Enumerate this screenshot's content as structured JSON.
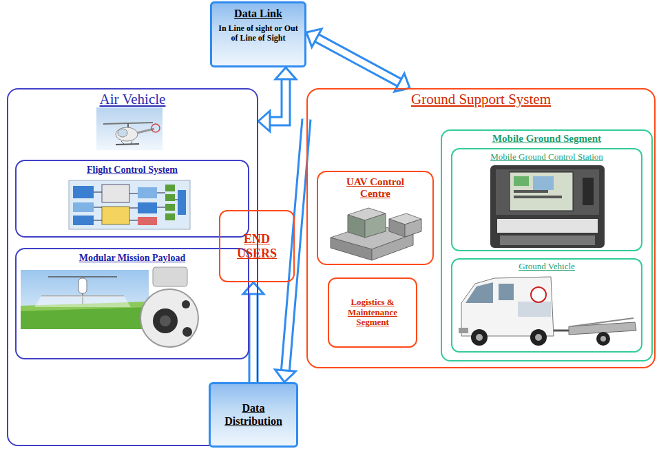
{
  "diagram": {
    "nodes": [
      {
        "text": [
          "Data Link",
          "In Line of sight or Out of Line of Sight"
        ]
      },
      {
        "text": [
          "Air Vehicle"
        ]
      },
      {
        "text": [
          "Flight Control System"
        ],
        "in": 1
      },
      {
        "text": [
          "Modular Mission Payload"
        ],
        "in": 1
      },
      {
        "text": [
          "END USERS"
        ]
      },
      {
        "text": [
          "Ground Support System"
        ]
      },
      {
        "text": [
          "UAV Control Centre"
        ],
        "in": 5
      },
      {
        "text": [
          "Logistics & Maintenance Segment"
        ],
        "in": 5
      },
      {
        "text": [
          "Mobile Ground Segment"
        ],
        "in": 5
      },
      {
        "text": [
          "Mobile Ground Control Station"
        ],
        "in": 8
      },
      {
        "text": [
          "Ground Vehicle"
        ],
        "in": 8
      },
      {
        "text": [
          "Data Distribution"
        ]
      }
    ],
    "edges": [
      {
        "from": 0,
        "to": 1,
        "arrow": "both"
      },
      {
        "from": 0,
        "to": 5,
        "arrow": "both"
      },
      {
        "from": 5,
        "to": 11,
        "arrow": "to"
      },
      {
        "from": 11,
        "to": 4,
        "arrow": "to"
      }
    ]
  }
}
